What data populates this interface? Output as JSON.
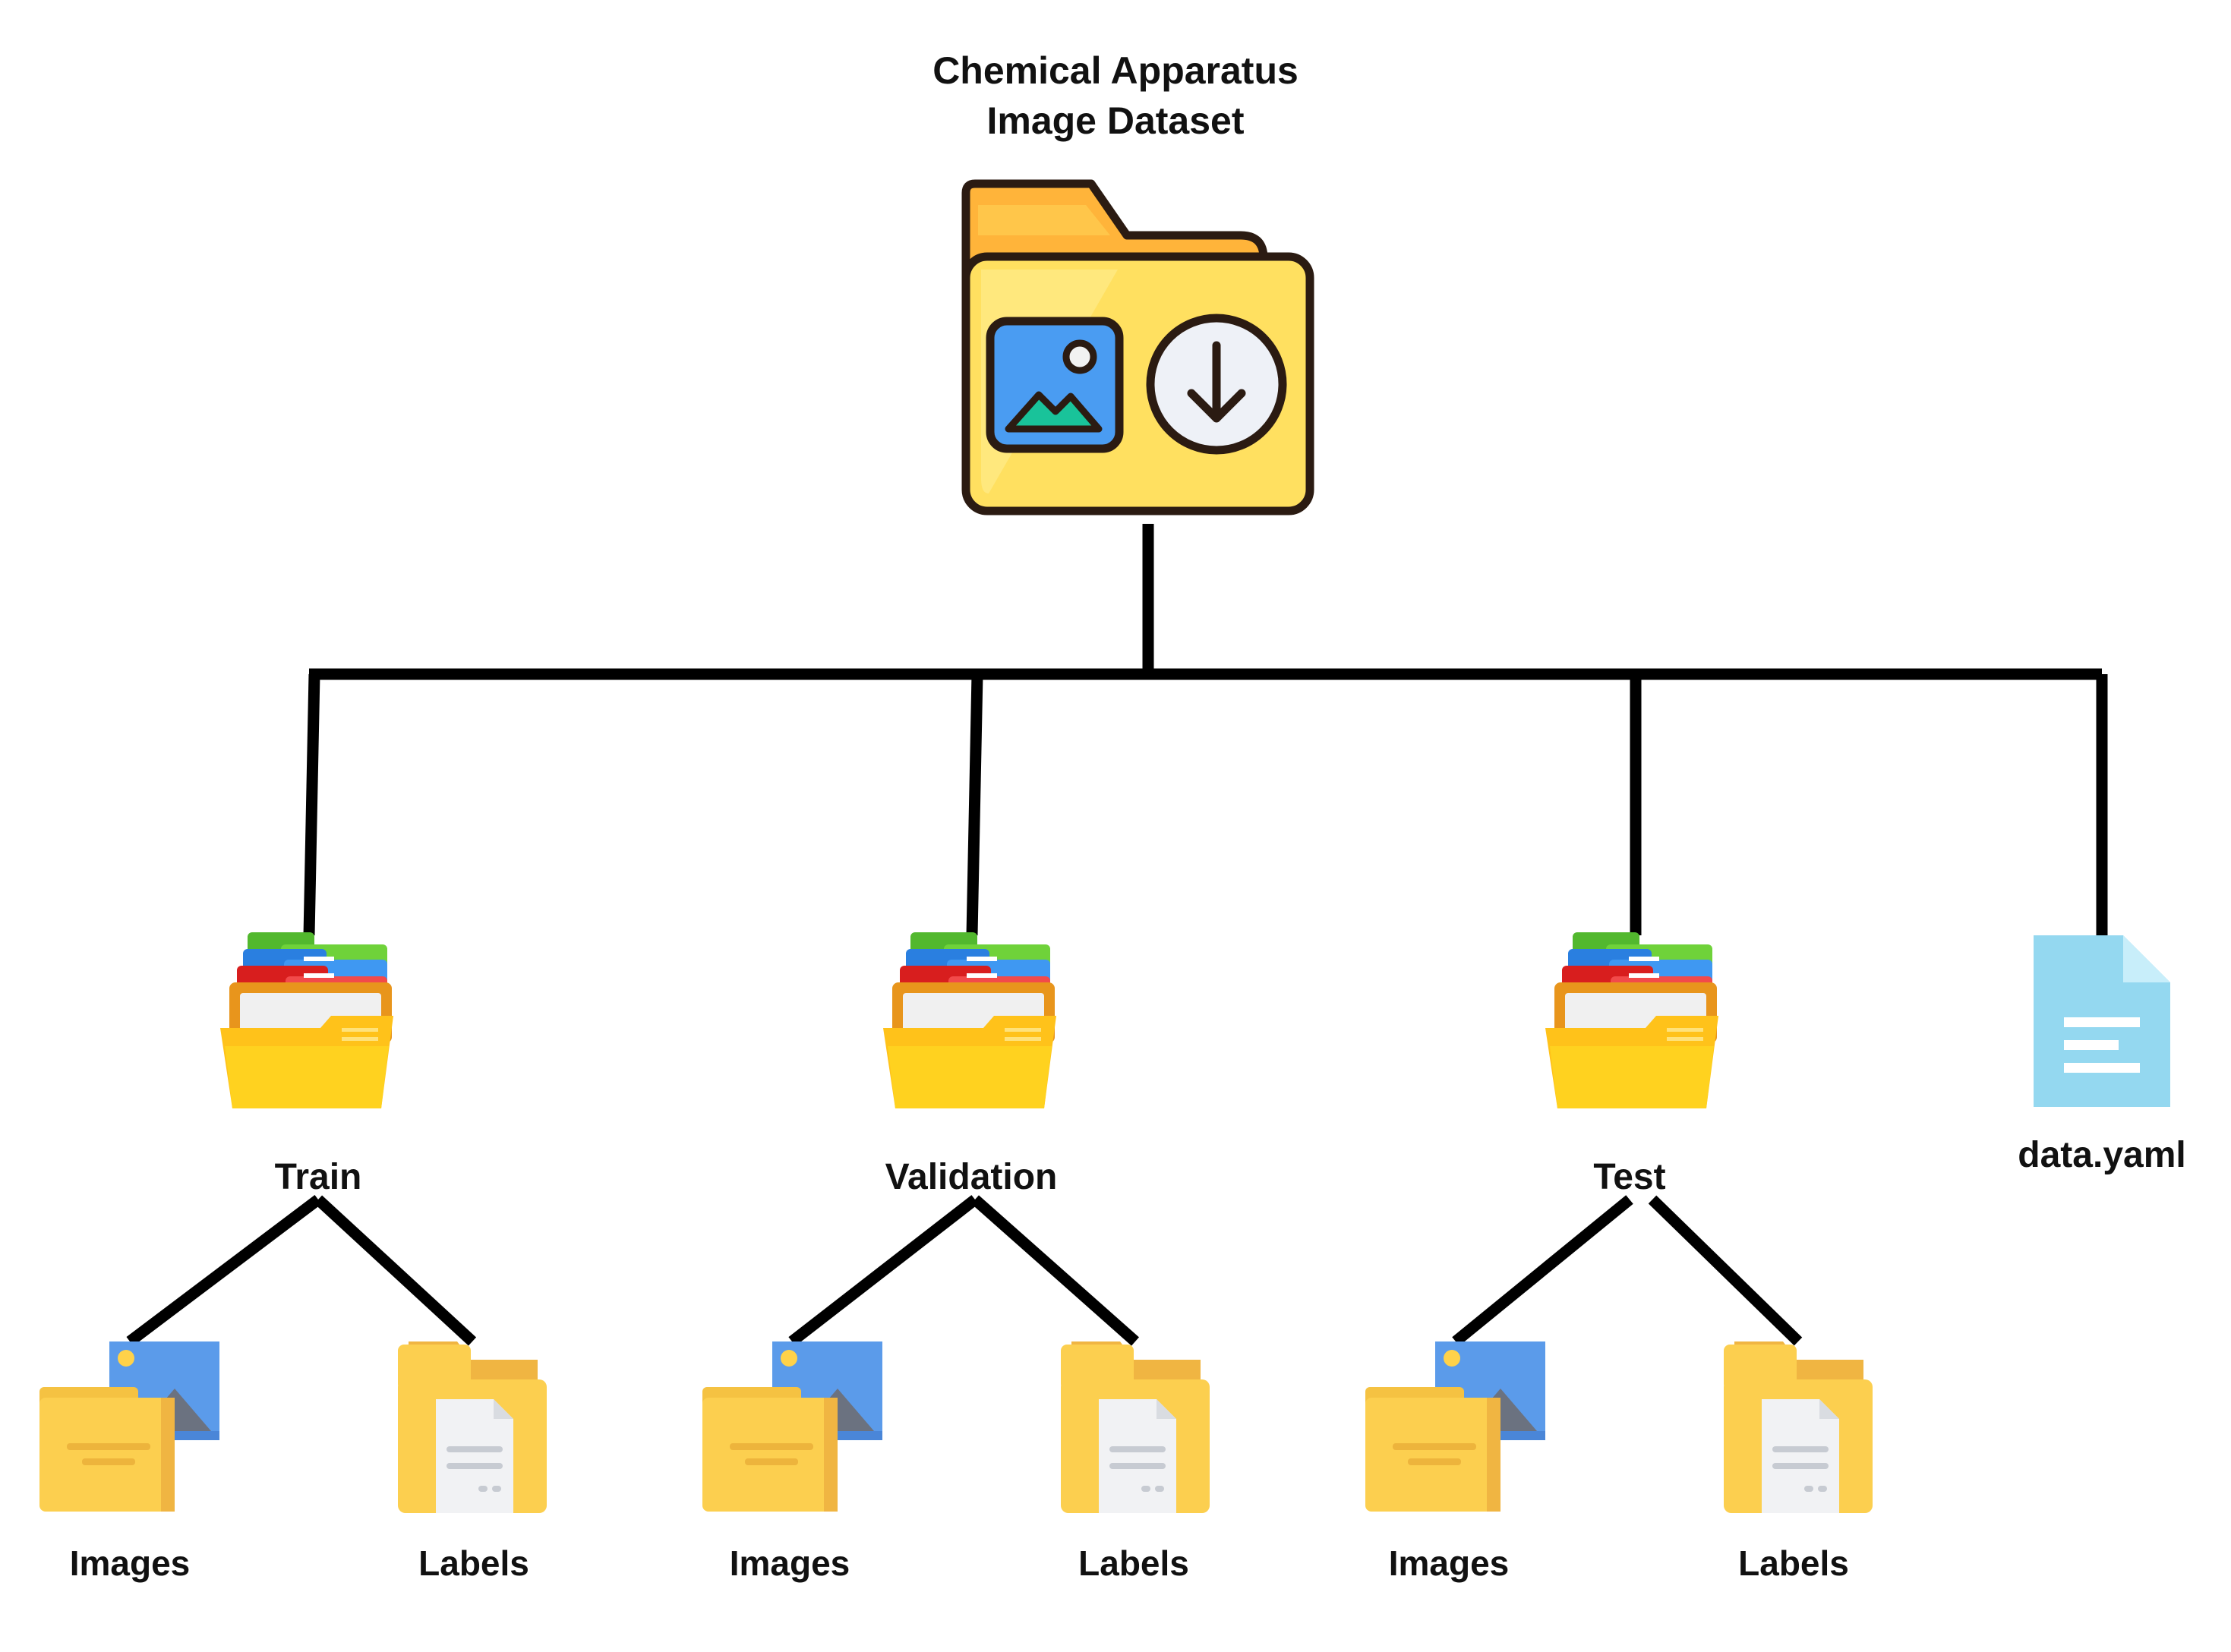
{
  "title": {
    "line1": "Chemical Apparatus",
    "line2": "Image Dataset"
  },
  "root": {
    "icon": "dataset-folder-icon"
  },
  "splits": [
    {
      "label": "Train",
      "icon": "folders-stack-icon",
      "children": [
        {
          "label": "Images",
          "icon": "images-folder-icon"
        },
        {
          "label": "Labels",
          "icon": "labels-folder-icon"
        }
      ]
    },
    {
      "label": "Validation",
      "icon": "folders-stack-icon",
      "children": [
        {
          "label": "Images",
          "icon": "images-folder-icon"
        },
        {
          "label": "Labels",
          "icon": "labels-folder-icon"
        }
      ]
    },
    {
      "label": "Test",
      "icon": "folders-stack-icon",
      "children": [
        {
          "label": "Images",
          "icon": "images-folder-icon"
        },
        {
          "label": "Labels",
          "icon": "labels-folder-icon"
        }
      ]
    }
  ],
  "config_file": {
    "label": "data.yaml",
    "icon": "document-icon"
  },
  "colors": {
    "line": "#000000",
    "folder_yellow": "#FFE060",
    "folder_tab": "#FFB43A",
    "photo_blue": "#4A9CF2",
    "doc_blue": "#94D8F0",
    "icon_folder": "#FCCF4F"
  }
}
